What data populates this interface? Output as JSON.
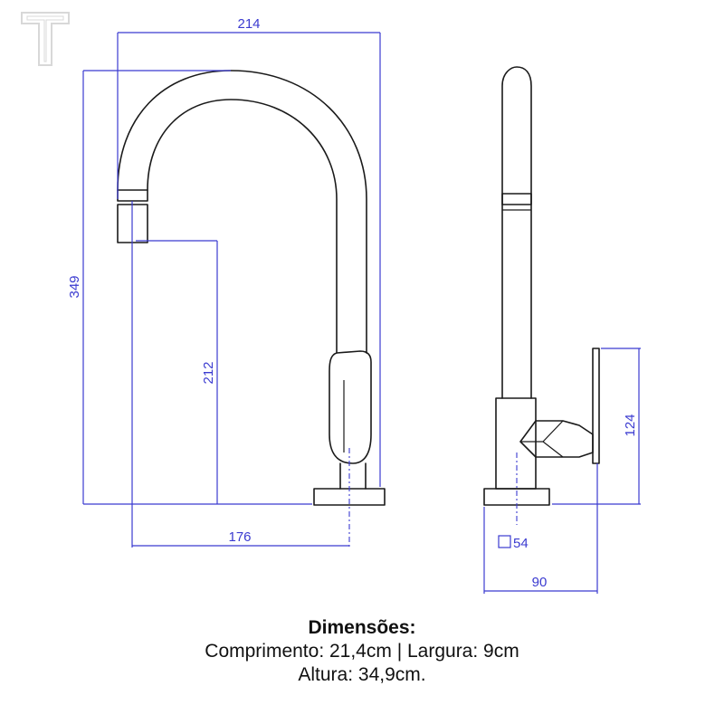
{
  "dimensions": {
    "width_top": "214",
    "height_total": "349",
    "outlet_height": "212",
    "reach": "176",
    "handle_height": "124",
    "base_square": "54",
    "depth": "90"
  },
  "caption": {
    "title": "Dimensões:",
    "line1": "Comprimento: 21,4cm | Largura: 9cm",
    "line2": "Altura: 34,9cm."
  },
  "colors": {
    "outline": "#1a1a1a",
    "dimension": "#3b3bd0",
    "logo": "#d8d8d8"
  },
  "logo": {
    "icon": "brand-t-logo-icon"
  }
}
